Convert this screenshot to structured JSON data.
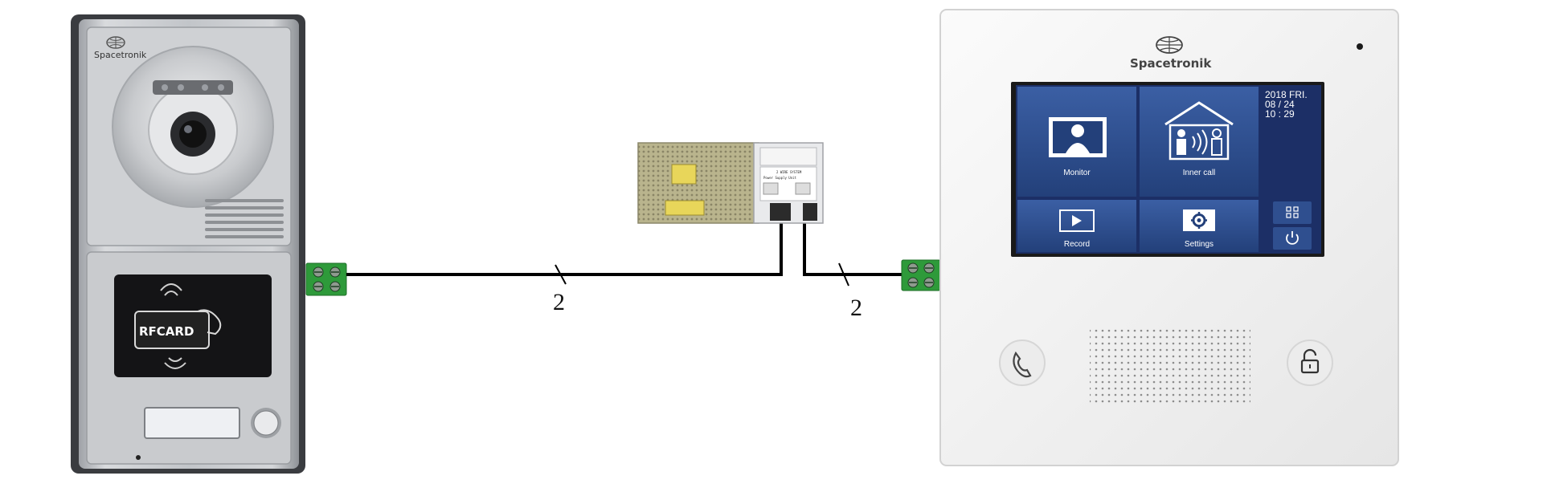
{
  "outdoor_panel": {
    "brand": "Spacetronik",
    "card_reader_label": "RFCARD"
  },
  "power_supply": {
    "model_text": "2 WIRE SYSTEM",
    "sub_text": "Power Supply Unit"
  },
  "wires": {
    "left_label": "2",
    "right_label": "2"
  },
  "indoor_monitor": {
    "brand": "Spacetronik",
    "clock": {
      "year_day": "2018  FRI.",
      "date": "08 / 24",
      "time": "10 : 29"
    },
    "tiles": {
      "monitor": "Monitor",
      "inner_call": "Inner call",
      "record": "Record",
      "settings": "Settings"
    },
    "side_buttons": [
      "apps-icon",
      "power-icon"
    ],
    "hardware_buttons": [
      "phone-handset-icon",
      "unlock-icon"
    ]
  },
  "colors": {
    "screen_bg": "#1c2f66",
    "tile_bg": "#2f4f8f",
    "terminal_green": "#2e9a3a",
    "panel_silver": "#c6c8cc",
    "monitor_white": "#f4f4f4"
  }
}
